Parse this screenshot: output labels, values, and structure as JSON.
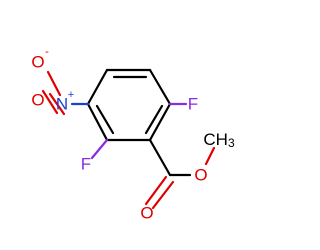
{
  "molecule": {
    "atoms": {
      "o_minus": {
        "symbol": "O",
        "charge": "-"
      },
      "n_plus": {
        "symbol": "N",
        "charge": "+"
      },
      "o_nitro": {
        "symbol": "O"
      },
      "f_top": {
        "symbol": "F"
      },
      "f_left": {
        "symbol": "F"
      },
      "o_ester": {
        "symbol": "O"
      },
      "o_carbonyl": {
        "symbol": "O"
      },
      "methyl": {
        "symbol": "CH",
        "subscript": "3"
      }
    },
    "colors": {
      "carbon": "#000000",
      "fluorine": "#8a2be2",
      "nitrogen": "#1f3fd1",
      "oxygen": "#e00000"
    }
  }
}
